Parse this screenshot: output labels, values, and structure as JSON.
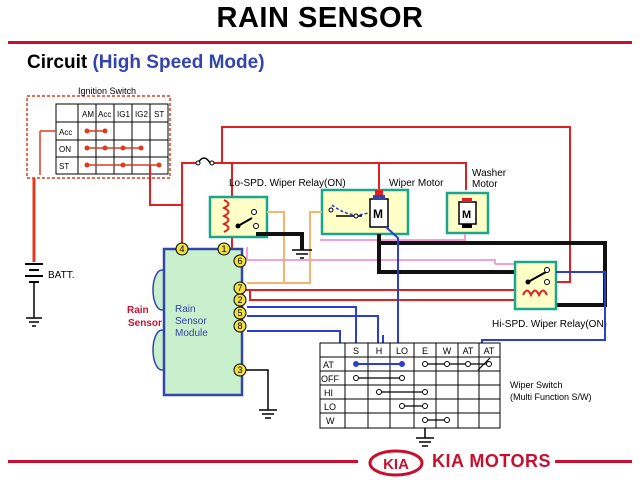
{
  "slide": {
    "title": "RAIN SENSOR",
    "subtitle_prefix": "Circuit",
    "subtitle_mode": "(High Speed Mode)",
    "brand": "KIA MOTORS",
    "logo_text": "KIA",
    "accent_color": "#c8102e",
    "mode_color": "#3344aa"
  },
  "diagram": {
    "ignition_switch": {
      "title": "Ignition Switch",
      "columns": [
        "AM",
        "Acc",
        "IG1",
        "IG2",
        "ST"
      ],
      "rows": [
        "Acc",
        "ON",
        "ST"
      ]
    },
    "battery_label": "BATT.",
    "rain_sensor_label_line1": "Rain",
    "rain_sensor_label_line2": "Sensor",
    "module_label_line1": "Rain",
    "module_label_line2": "Sensor",
    "module_label_line3": "Module",
    "module_pins": [
      "4",
      "1",
      "6",
      "7",
      "2",
      "5",
      "8",
      "3"
    ],
    "lo_relay_label": "Lo-SPD. Wiper Relay(ON)",
    "wiper_motor_label": "Wiper Motor",
    "washer_motor_label_line1": "Washer",
    "washer_motor_label_line2": "Motor",
    "motor_symbol": "M",
    "hi_relay_label": "Hi-SPD. Wiper Relay(ON)",
    "wiper_switch": {
      "label_line1": "Wiper Switch",
      "label_line2": "(Multi Function S/W)",
      "columns": [
        "S",
        "H",
        "LO",
        "E",
        "W",
        "AT",
        "AT"
      ],
      "rows": [
        "AT",
        "OFF",
        "HI",
        "LO",
        "W"
      ]
    },
    "colors": {
      "battery_wire": "#e03a1e",
      "high_speed_wire": "#111111",
      "wire_red": "#e02020",
      "wire_blue": "#2a3fd0",
      "wire_pink": "#f4a0d8",
      "wire_orange": "#f5b370",
      "module_fill": "#c9f0cd",
      "module_border": "#3344aa",
      "relay_fill": "#ffffc8",
      "relay_border": "#1aa58c",
      "pin_fill": "#f0e040"
    }
  }
}
